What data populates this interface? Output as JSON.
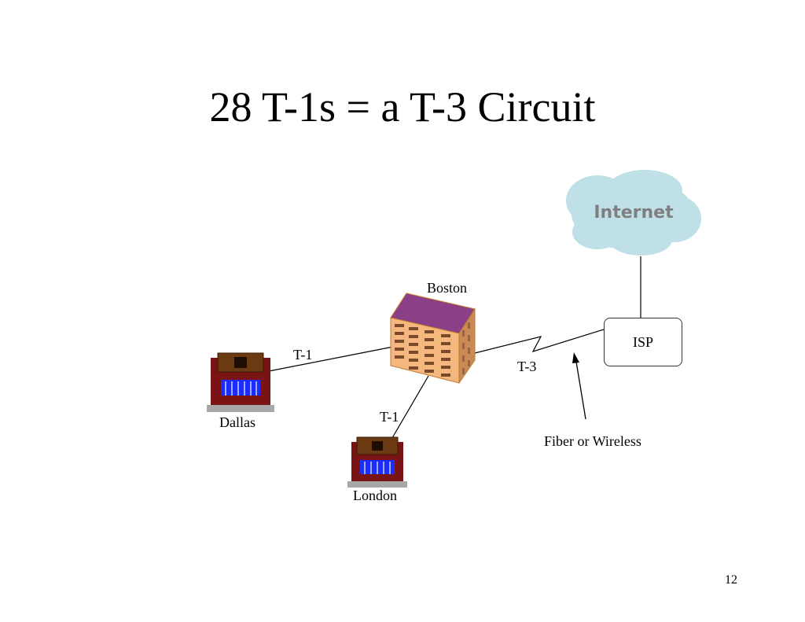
{
  "slide": {
    "title": "28 T-1s = a T-3 Circuit",
    "page_number": "12"
  },
  "nodes": {
    "internet": "Internet",
    "isp": "ISP",
    "boston": "Boston",
    "dallas": "Dallas",
    "london": "London"
  },
  "links": {
    "dallas_boston": "T-1",
    "london_boston": "T-1",
    "boston_isp": "T-3"
  },
  "annotation": "Fiber or Wireless",
  "colors": {
    "cloud": "#bfe0e6",
    "cloud_text": "#7f7f7f",
    "building_roof": "#8b3f86",
    "building_body": "#f4b87f",
    "house_brick": "#7a1313",
    "house_window": "#1a2cff"
  }
}
